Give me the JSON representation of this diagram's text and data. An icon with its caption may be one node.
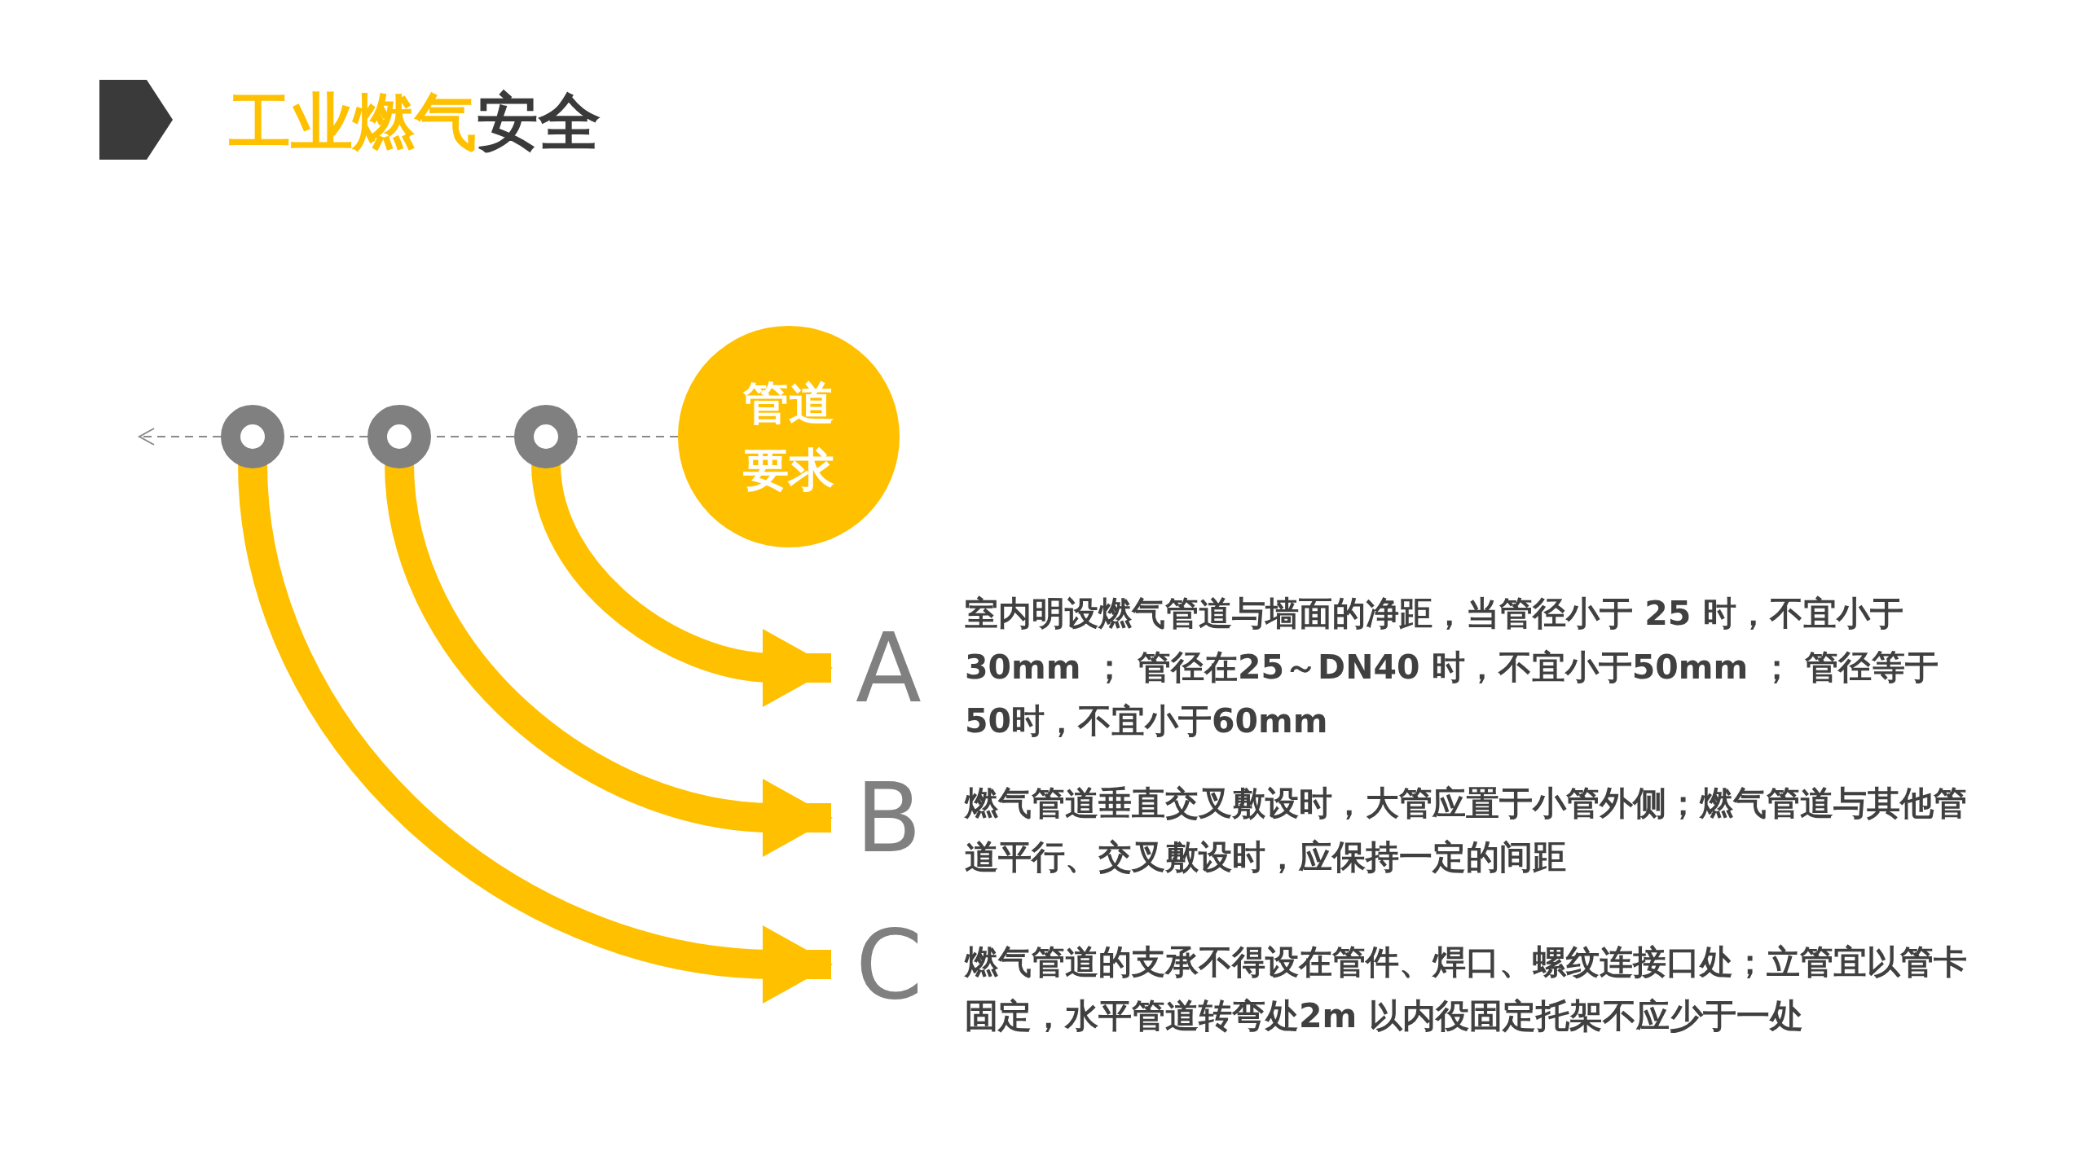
{
  "diagram": {
    "title": "工业燃气安全",
    "nodes": [
      {
        "text": [
          "管道要求"
        ]
      },
      {
        "text": [],
        "shape": "circle"
      },
      {
        "text": [],
        "shape": "circle"
      },
      {
        "text": [],
        "shape": "circle"
      },
      {
        "text": [
          "A"
        ],
        "beside": [
          "室内明设燃气管道与墙面的净距，当管径小于 25 时，不宜小于30mm ； 管径在25～DN40 时，不宜小于50mm ； 管径等于50时，不宜小于60mm"
        ]
      },
      {
        "text": [
          "B"
        ],
        "beside": [
          "燃气管道垂直交叉敷设时，大管应置于小管外侧；燃气管道与其他管道平行、交叉敷设时，应保持一定的间距"
        ]
      },
      {
        "text": [
          "C"
        ],
        "beside": [
          "燃气管道的支承不得设在管件、焊口、螺纹连接口处；立管宜以管卡固定，水平管道转弯处2m 以内役固定托架不应少于一处"
        ]
      }
    ],
    "edges": [
      {
        "from": 0,
        "to": 3,
        "arrow": "none",
        "style": "dashed"
      },
      {
        "from": 3,
        "to": 2,
        "arrow": "none",
        "style": "dashed"
      },
      {
        "from": 2,
        "to": 1,
        "arrow": "none",
        "style": "dashed"
      },
      {
        "from": 1,
        "to": null,
        "arrow": "to",
        "style": "dashed"
      },
      {
        "from": 3,
        "to": 4,
        "arrow": "to",
        "style": "thick",
        "color": "#ffc000"
      },
      {
        "from": 2,
        "to": 5,
        "arrow": "to",
        "style": "thick",
        "color": "#ffc000"
      },
      {
        "from": 1,
        "to": 6,
        "arrow": "to",
        "style": "thick",
        "color": "#ffc000"
      }
    ]
  }
}
